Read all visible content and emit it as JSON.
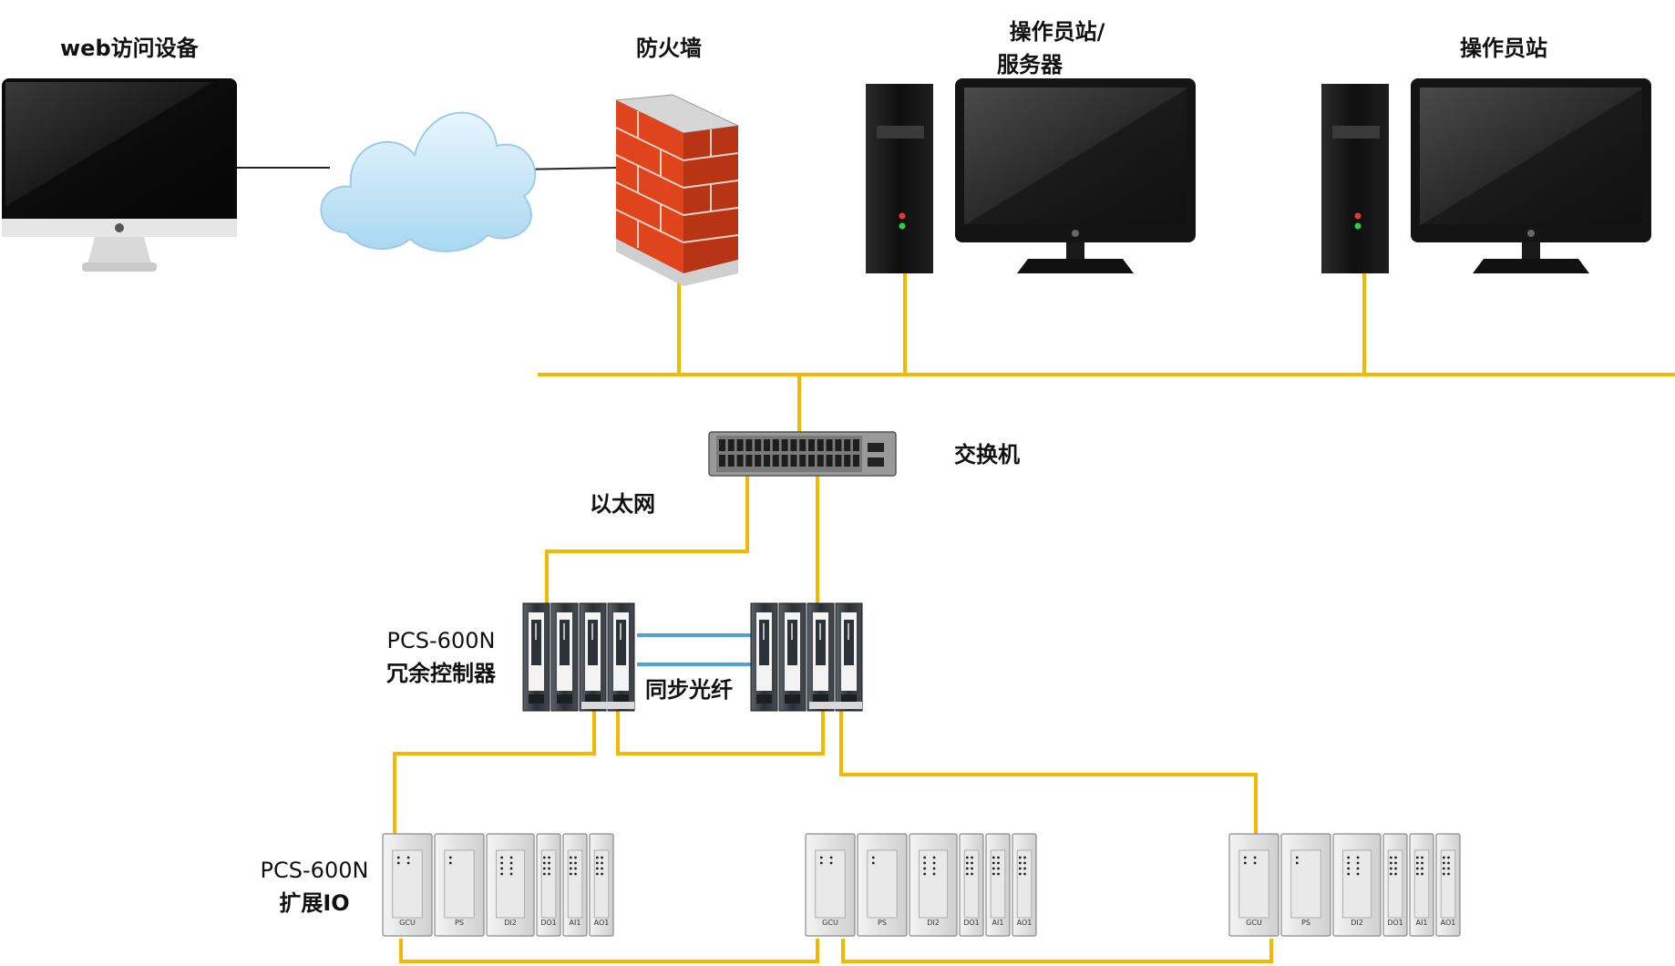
{
  "labels": {
    "web_device": "web访问设备",
    "firewall": "防火墙",
    "operator_server_line1": "操作员站/",
    "operator_server_line2": "服务器",
    "operator_station": "操作员站",
    "switch": "交换机",
    "ethernet": "以太网",
    "controller_model": "PCS-600N",
    "controller_name": "冗余控制器",
    "sync_fiber": "同步光纤",
    "io_model": "PCS-600N",
    "io_name": "扩展IO"
  },
  "io_modules": [
    "GCU",
    "PS",
    "DI2",
    "DO1",
    "AI1",
    "AO1"
  ],
  "colors": {
    "bus": "#f5b800",
    "fiber": "#4aa3df",
    "firewall_brick": "#e0441c",
    "cloud": "#bfe3f7"
  },
  "icons": {
    "web_device": "imac-monitor-icon",
    "cloud": "cloud-icon",
    "firewall": "firewall-icon",
    "server": "desktop-tower-icon",
    "monitor": "monitor-icon",
    "switch": "network-switch-icon",
    "controller": "plc-controller-icon",
    "io_rack": "io-module-rack-icon"
  }
}
